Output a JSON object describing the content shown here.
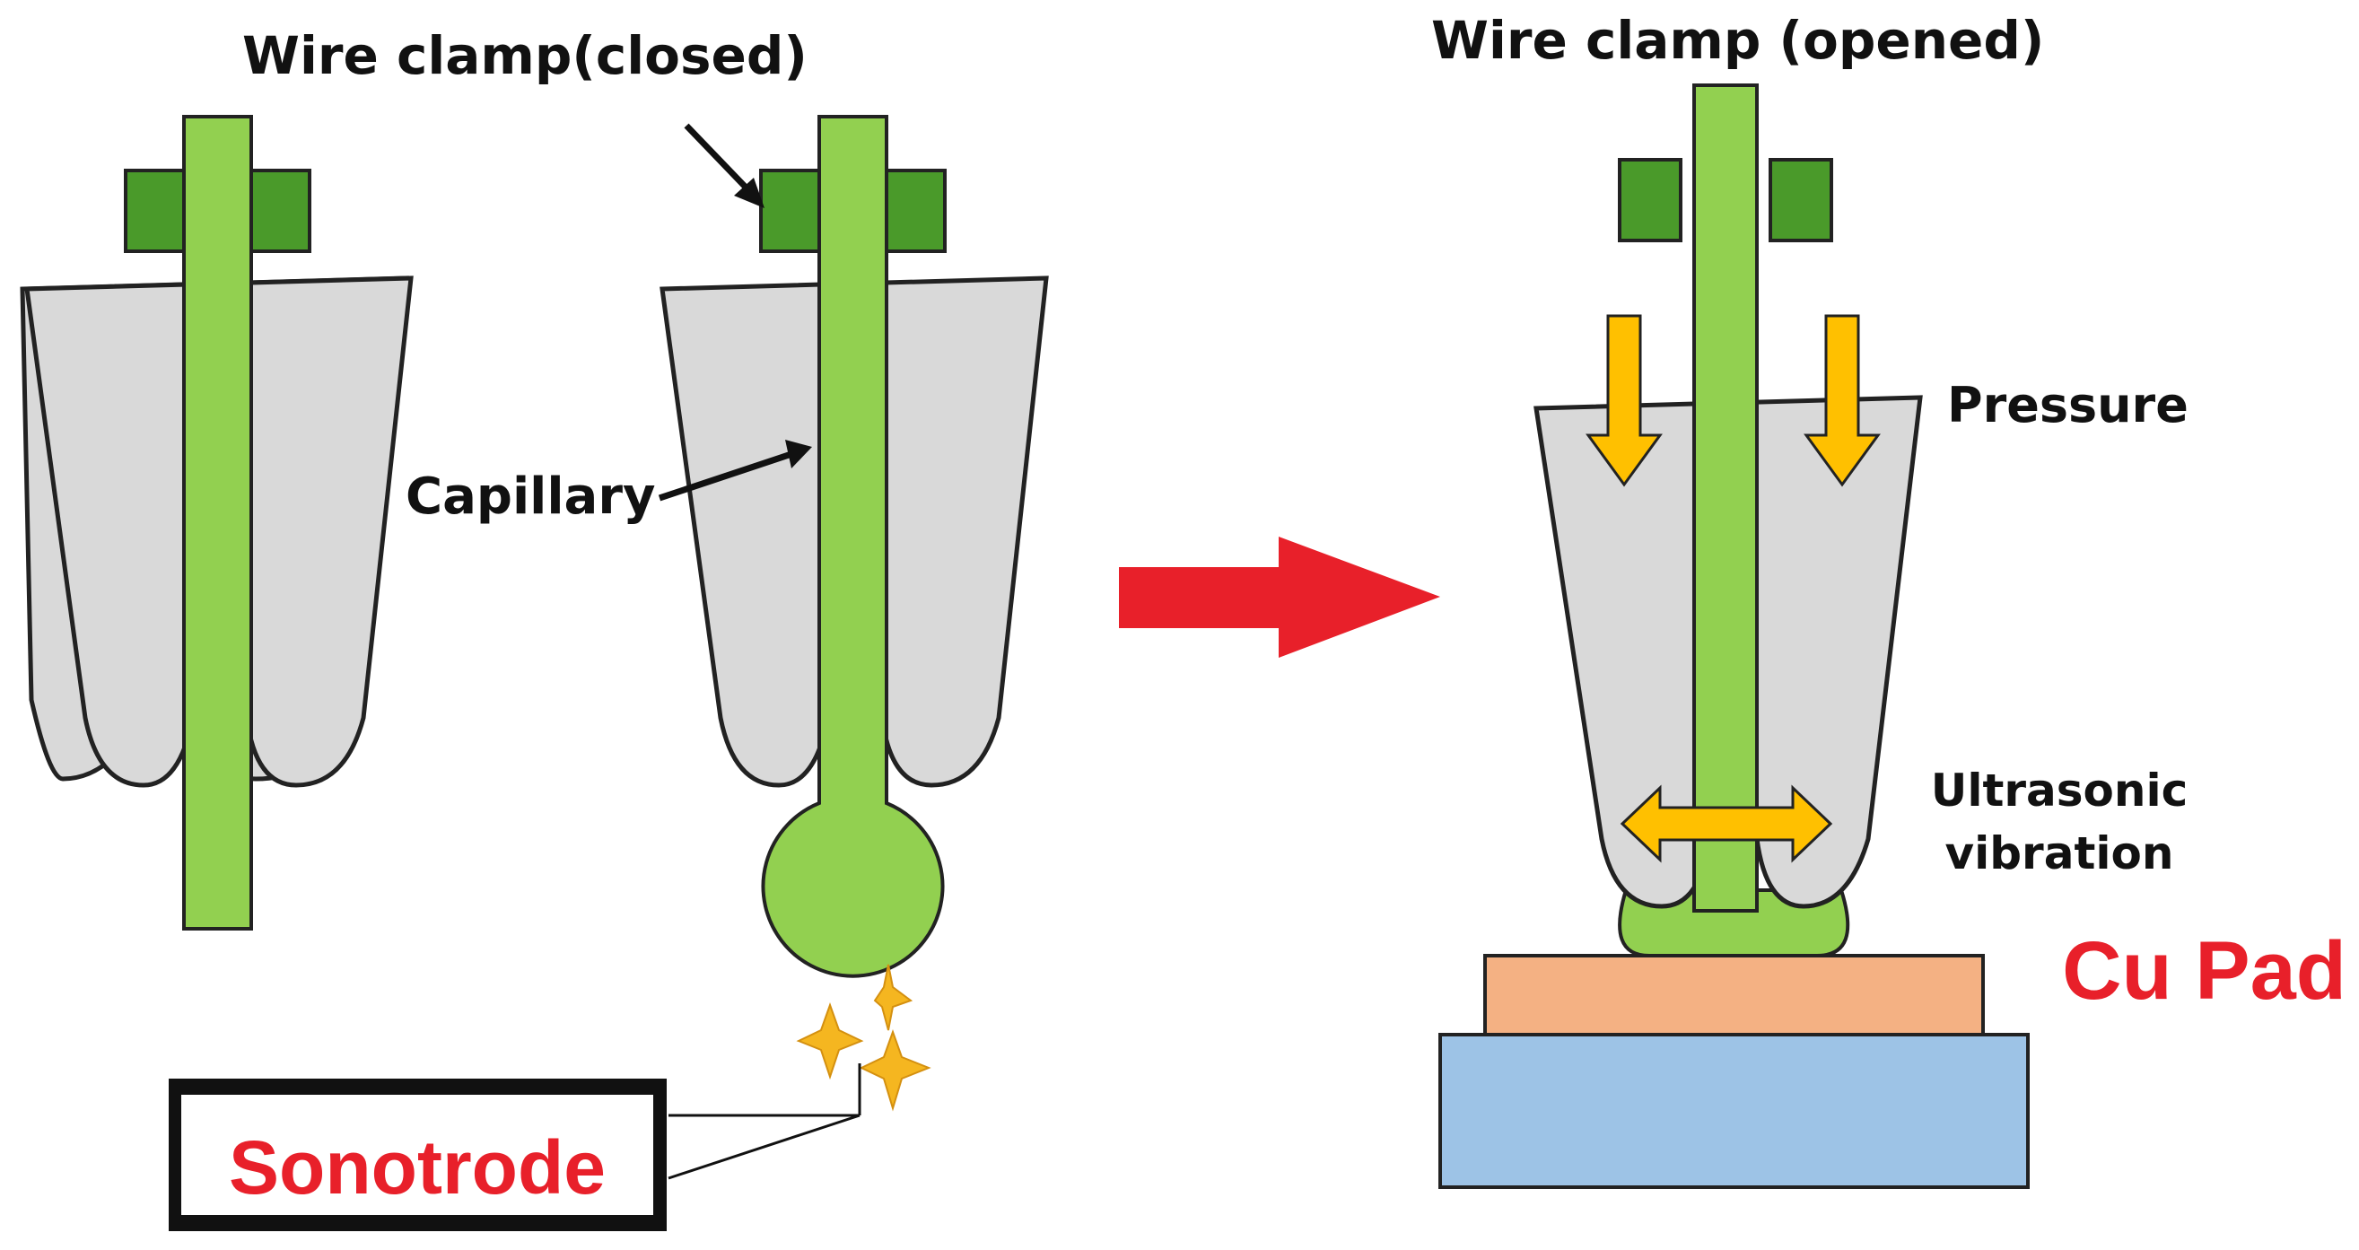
{
  "labels": {
    "wire_clamp_closed": "Wire clamp(closed)",
    "wire_clamp_opened": "Wire clamp (opened)",
    "capillary": "Capillary",
    "pressure": "Pressure",
    "ultrasonic_line1": "Ultrasonic",
    "ultrasonic_line2": "vibration",
    "cu_pad": "Cu Pad",
    "sonotrode": "Sonotrode"
  },
  "colors": {
    "wire": "#92d050",
    "clamp": "#4a9a2a",
    "capillary": "#d9d9d9",
    "pressure_arrow": "#ffc000",
    "process_arrow": "#e8202a",
    "cu_pad": "#f4b183",
    "substrate": "#9dc3e6",
    "spark": "#f5b620",
    "red_text": "#e8202a"
  }
}
